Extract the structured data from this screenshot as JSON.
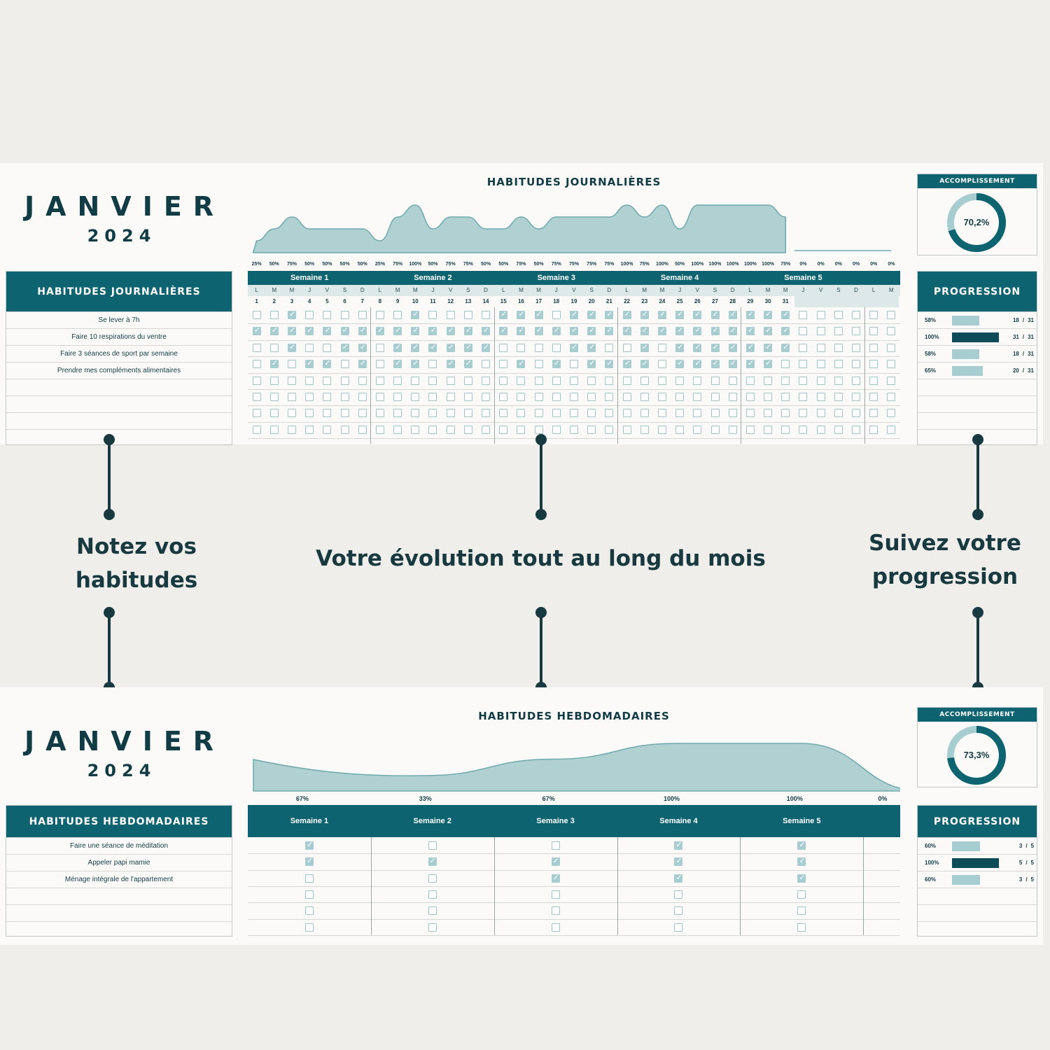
{
  "colors": {
    "teal_dark": "#0d6470",
    "teal_light": "#a8cdd0",
    "navy": "#0f4c59",
    "background": "#efeeea",
    "panel": "#fbfaf8"
  },
  "daily": {
    "month": "JANVIER",
    "year": "2024",
    "chart_title": "HABITUDES JOURNALIÈRES",
    "list_header": "HABITUDES JOURNALIÈRES",
    "weeks": [
      "Semaine 1",
      "Semaine 2",
      "Semaine 3",
      "Semaine 4",
      "Semaine 5"
    ],
    "day_letters": [
      "L",
      "M",
      "M",
      "J",
      "V",
      "S",
      "D",
      "L",
      "M",
      "M",
      "J",
      "V",
      "S",
      "D",
      "L",
      "M",
      "M",
      "J",
      "V",
      "S",
      "D",
      "L",
      "M",
      "M",
      "J",
      "V",
      "S",
      "D",
      "L",
      "M",
      "M",
      "J",
      "V",
      "S",
      "D",
      "L",
      "M"
    ],
    "day_numbers": [
      "1",
      "2",
      "3",
      "4",
      "5",
      "6",
      "7",
      "8",
      "9",
      "10",
      "11",
      "12",
      "13",
      "14",
      "15",
      "16",
      "17",
      "18",
      "19",
      "20",
      "21",
      "22",
      "23",
      "24",
      "25",
      "26",
      "27",
      "28",
      "29",
      "30",
      "31"
    ],
    "daily_percent_labels": [
      "25%",
      "50%",
      "75%",
      "50%",
      "50%",
      "50%",
      "50%",
      "25%",
      "75%",
      "100%",
      "50%",
      "75%",
      "75%",
      "50%",
      "50%",
      "75%",
      "50%",
      "75%",
      "75%",
      "75%",
      "75%",
      "100%",
      "75%",
      "100%",
      "50%",
      "100%",
      "100%",
      "100%",
      "100%",
      "100%",
      "75%",
      "0%",
      "0%",
      "0%",
      "0%",
      "0%",
      "0%"
    ],
    "habits": [
      "Se lever à 7h",
      "Faire 10 respirations du ventre",
      "Faire 3 séances de sport par semaine",
      "Prendre mes compléments alimentaires",
      "",
      "",
      "",
      ""
    ],
    "checks": [
      [
        0,
        0,
        1,
        0,
        0,
        0,
        0,
        0,
        0,
        1,
        0,
        0,
        0,
        0,
        1,
        1,
        1,
        0,
        1,
        1,
        1,
        1,
        1,
        1,
        1,
        1,
        1,
        1,
        1,
        1,
        1
      ],
      [
        1,
        1,
        1,
        1,
        1,
        1,
        1,
        1,
        1,
        1,
        1,
        1,
        1,
        1,
        1,
        1,
        1,
        1,
        1,
        1,
        1,
        1,
        1,
        1,
        1,
        1,
        1,
        1,
        1,
        1,
        1
      ],
      [
        0,
        0,
        1,
        0,
        0,
        1,
        1,
        0,
        1,
        1,
        1,
        1,
        1,
        1,
        0,
        0,
        0,
        0,
        1,
        1,
        0,
        0,
        1,
        0,
        1,
        1,
        1,
        1,
        1,
        1,
        1
      ],
      [
        0,
        1,
        0,
        1,
        1,
        0,
        1,
        0,
        1,
        1,
        0,
        1,
        1,
        0,
        0,
        1,
        0,
        1,
        0,
        1,
        1,
        1,
        1,
        0,
        1,
        1,
        1,
        1,
        1,
        1,
        0
      ]
    ],
    "accomplishment_title": "ACCOMPLISSEMENT",
    "accomplishment_value": "70,2%",
    "accomplishment_fraction": 0.702,
    "progression_header": "PROGRESSION",
    "progression": [
      {
        "pct": "58%",
        "count": "18",
        "total": "31",
        "fraction": 0.58
      },
      {
        "pct": "100%",
        "count": "31",
        "total": "31",
        "fraction": 1.0
      },
      {
        "pct": "58%",
        "count": "18",
        "total": "31",
        "fraction": 0.58
      },
      {
        "pct": "65%",
        "count": "20",
        "total": "31",
        "fraction": 0.65
      }
    ],
    "count_separator": "/"
  },
  "weekly": {
    "month": "JANVIER",
    "year": "2024",
    "chart_title": "HABITUDES HEBDOMADAIRES",
    "list_header": "HABITUDES  HEBDOMADAIRES",
    "weeks": [
      "Semaine 1",
      "Semaine 2",
      "Semaine 3",
      "Semaine 4",
      "Semaine 5"
    ],
    "weekly_percent_labels": [
      "67%",
      "33%",
      "67%",
      "100%",
      "100%",
      "0%"
    ],
    "habits": [
      "Faire une séance de méditation",
      "Appeler papi mamie",
      "Ménage intégrale de l'appartement",
      "",
      "",
      ""
    ],
    "checks": [
      [
        1,
        0,
        0,
        1,
        1
      ],
      [
        1,
        1,
        1,
        1,
        1
      ],
      [
        0,
        0,
        1,
        1,
        1
      ]
    ],
    "accomplishment_title": "ACCOMPLISSEMENT",
    "accomplishment_value": "73,3%",
    "accomplishment_fraction": 0.733,
    "progression_header": "PROGRESSION",
    "progression": [
      {
        "pct": "60%",
        "count": "3",
        "total": "5",
        "fraction": 0.6
      },
      {
        "pct": "100%",
        "count": "5",
        "total": "5",
        "fraction": 1.0
      },
      {
        "pct": "60%",
        "count": "3",
        "total": "5",
        "fraction": 0.6
      }
    ],
    "count_separator": "/"
  },
  "callouts": {
    "left": [
      "Notez vos",
      "habitudes"
    ],
    "center": "Votre évolution tout au long du mois",
    "right": [
      "Suivez votre",
      "progression"
    ]
  }
}
